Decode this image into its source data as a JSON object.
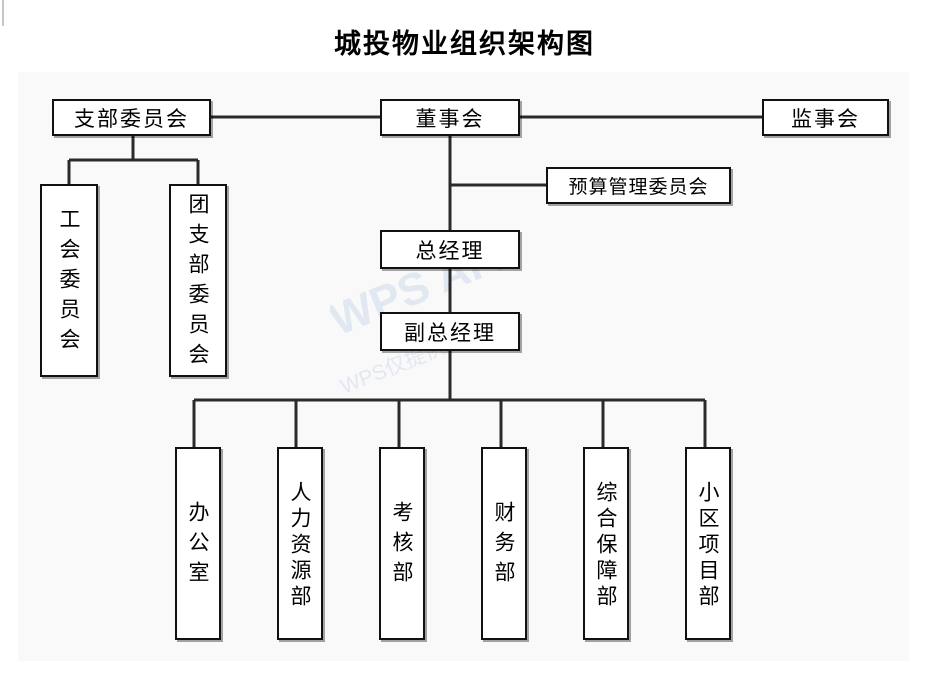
{
  "title": "城投物业组织架构图",
  "watermark": {
    "brand": "WPS AI Mind",
    "note": "WPS仅提供AI能力"
  },
  "nodes": {
    "party_branch_committee": {
      "label": "支部委员会",
      "orientation": "horizontal"
    },
    "board_of_directors": {
      "label": "董事会",
      "orientation": "horizontal"
    },
    "board_of_supervisors": {
      "label": "监事会",
      "orientation": "horizontal"
    },
    "budget_management_committee": {
      "label": "预算管理委员会",
      "orientation": "horizontal"
    },
    "general_manager": {
      "label": "总经理",
      "orientation": "horizontal"
    },
    "deputy_general_manager": {
      "label": "副总经理",
      "orientation": "horizontal"
    },
    "labor_union_committee": {
      "label": "工会委员会",
      "orientation": "vertical"
    },
    "youth_league_branch_committee": {
      "label": "团支部委员会",
      "orientation": "vertical"
    }
  },
  "departments": [
    {
      "key": "office",
      "label": "办公室"
    },
    {
      "key": "human-resources",
      "label": "人力资源部"
    },
    {
      "key": "assessment",
      "label": "考核部"
    },
    {
      "key": "finance",
      "label": "财务部"
    },
    {
      "key": "comprehensive-support",
      "label": "综合保障部"
    },
    {
      "key": "community-project",
      "label": "小区项目部"
    }
  ],
  "colors": {
    "page_background": "#ffffff",
    "panel_background": "#f9f9fa",
    "box_border": "#111111",
    "box_fill": "#ffffff",
    "connector": "#2a2a2a",
    "text": "#000000",
    "watermark": "#dfe5ef"
  }
}
